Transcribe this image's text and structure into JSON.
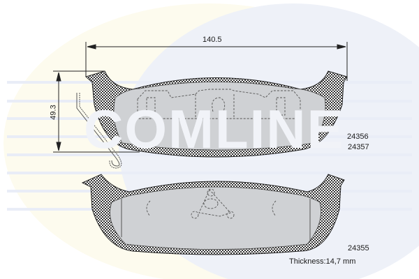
{
  "diagram": {
    "type": "brake-pad-technical-drawing",
    "watermark": "COMLINE",
    "dimensions": {
      "width_label": "140.5",
      "height_label": "49.3"
    },
    "part_numbers": {
      "upper_pad": [
        "24356",
        "24357"
      ],
      "lower_pad": "24355"
    },
    "thickness_label": "Thickness:14,7 mm",
    "colors": {
      "background": "#ffffff",
      "watermark_blue": "#eef1f8",
      "watermark_yellow": "#fdfbee",
      "pad_friction": "#cfd1d4",
      "pad_backing_hatch": "#3a3a3a",
      "line": "#222222"
    }
  }
}
